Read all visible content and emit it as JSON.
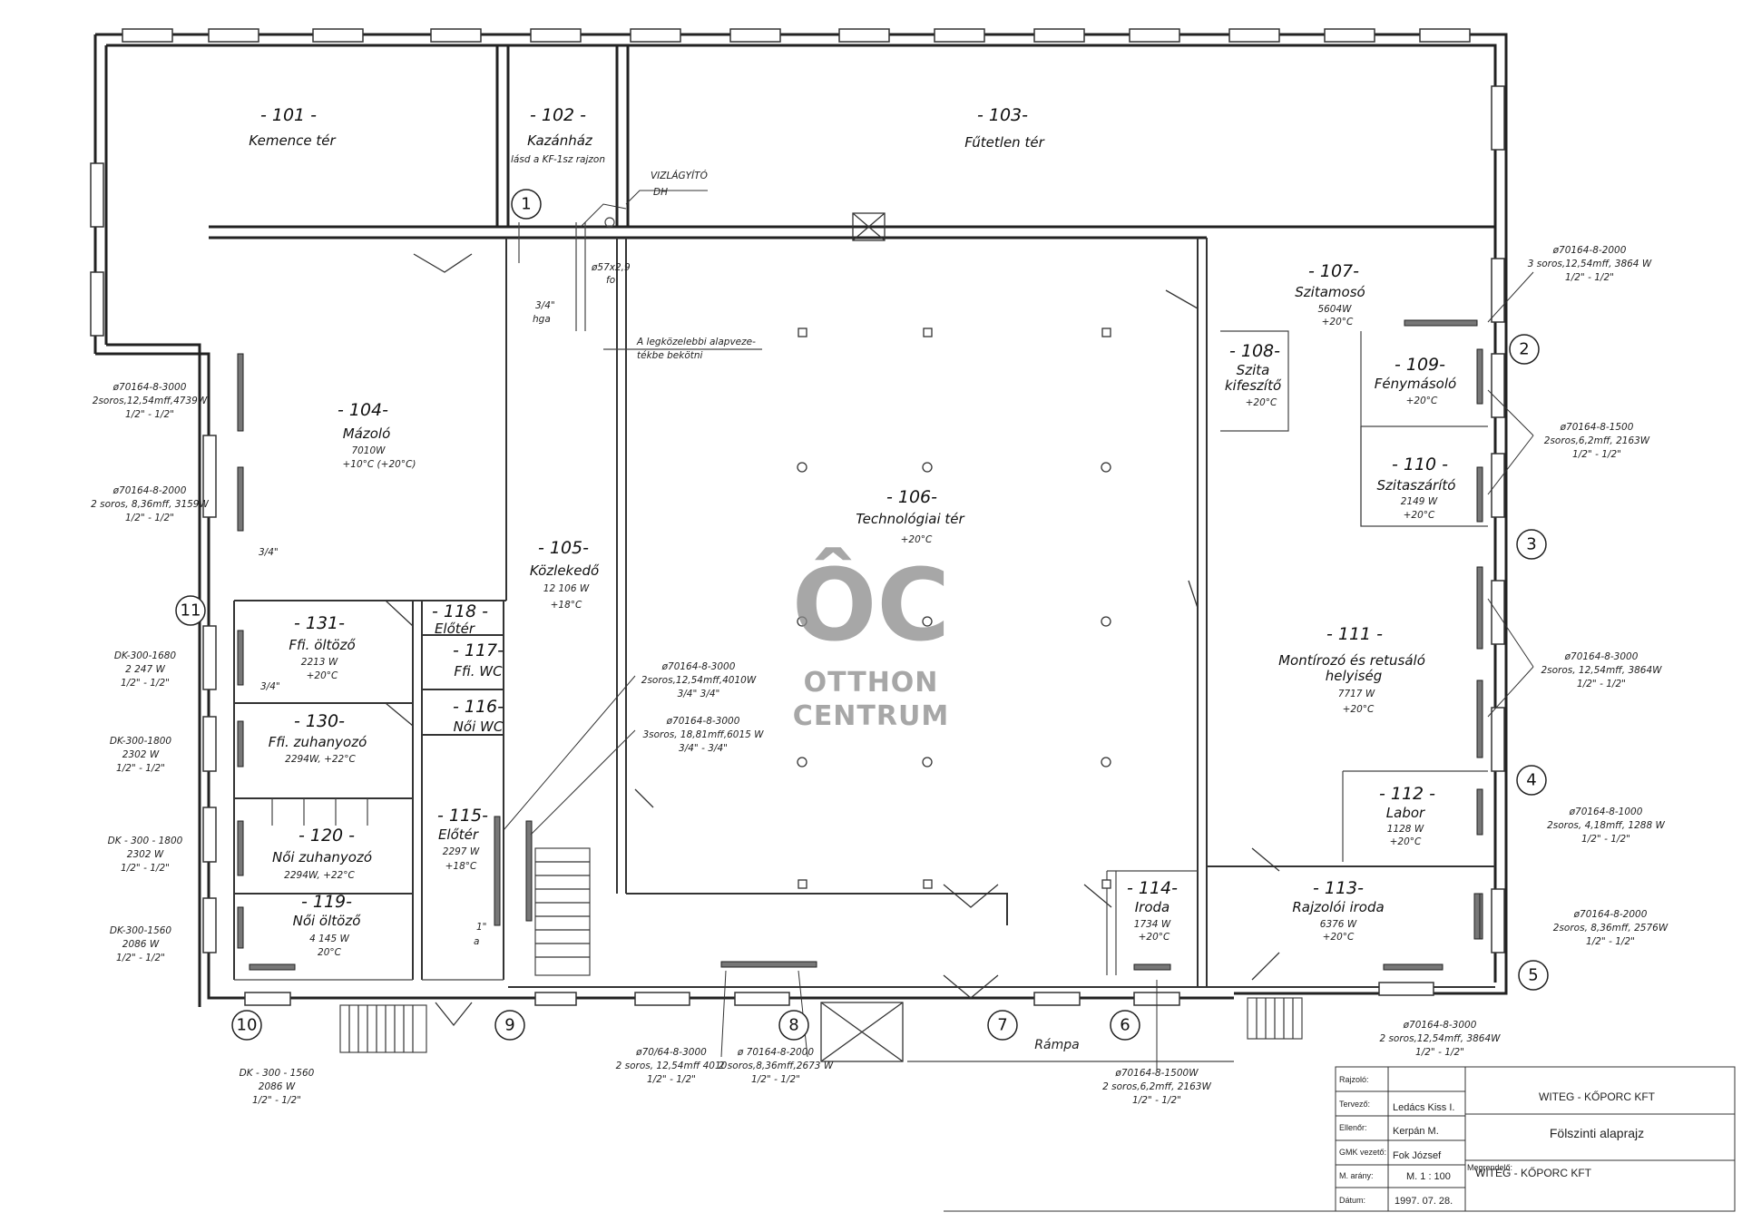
{
  "rooms": {
    "r101": {
      "num": "- 101 -",
      "name": "Kemence tér"
    },
    "r102": {
      "num": "- 102 -",
      "name": "Kazánház",
      "note": "lásd a KF-1sz rajzon"
    },
    "r103": {
      "num": "- 103-",
      "name": "Fűtetlen tér"
    },
    "r104": {
      "num": "- 104-",
      "name": "Mázoló",
      "power": "7010W",
      "temp": "+10°C (+20°C)"
    },
    "r105": {
      "num": "- 105-",
      "name": "Közlekedő",
      "power": "12 106 W",
      "temp": "+18°C"
    },
    "r106": {
      "num": "- 106-",
      "name": "Technológiai tér",
      "temp": "+20°C"
    },
    "r107": {
      "num": "- 107-",
      "name": "Szitamosó",
      "power": "5604W",
      "temp": "+20°C"
    },
    "r108": {
      "num": "- 108-",
      "name": "Szita",
      "name2": "kifeszítő",
      "temp": "+20°C"
    },
    "r109": {
      "num": "- 109-",
      "name": "Fénymásoló",
      "temp": "+20°C"
    },
    "r110": {
      "num": "- 110 -",
      "name": "Szitaszárító",
      "power": "2149 W",
      "temp": "+20°C"
    },
    "r111": {
      "num": "- 111 -",
      "name": "Montírozó és retusáló",
      "name2": "helyiség",
      "power": "7717 W",
      "temp": "+20°C"
    },
    "r112": {
      "num": "- 112 -",
      "name": "Labor",
      "power": "1128 W",
      "temp": "+20°C"
    },
    "r113": {
      "num": "- 113-",
      "name": "Rajzolói iroda",
      "power": "6376 W",
      "temp": "+20°C"
    },
    "r114": {
      "num": "- 114-",
      "name": "Iroda",
      "power": "1734 W",
      "temp": "+20°C"
    },
    "r115": {
      "num": "- 115-",
      "name": "Előtér",
      "power": "2297 W",
      "temp": "+18°C"
    },
    "r116": {
      "num": "- 116-",
      "name": "Női WC"
    },
    "r117": {
      "num": "- 117-",
      "name": "Ffi. WC"
    },
    "r118": {
      "num": "- 118 -",
      "name": "Előtér"
    },
    "r119": {
      "num": "- 119-",
      "name": "Női öltöző",
      "power": "4 145 W",
      "temp": "20°C"
    },
    "r120": {
      "num": "- 120 -",
      "name": "Női zuhanyozó",
      "power": "2294W, +22°C"
    },
    "r130": {
      "num": "- 130-",
      "name": "Ffi. zuhanyozó",
      "power": "2294W, +22°C"
    },
    "r131": {
      "num": "- 131-",
      "name": "Ffi. öltöző",
      "power": "2213 W",
      "temp": "+20°C"
    }
  },
  "axes": [
    "1",
    "2",
    "3",
    "4",
    "5",
    "6",
    "7",
    "8",
    "9",
    "10",
    "11"
  ],
  "labels": {
    "rampa": "Rámpa",
    "vizlagyito": "VIZLÁGYÍTÓ",
    "dh": "DH",
    "fo": "fo",
    "pipe_57": "ø57x2,9",
    "pipe_34": "3/4\"",
    "hga": "hga",
    "leg": "A legközelebbi alapveze-",
    "leg2": "tékbe bekötni",
    "p34a": "3/4\"",
    "p34b": "3/4\"",
    "p1": "1\"",
    "pa": "a"
  },
  "radiators": {
    "r1": {
      "spec": "ø70164-8-3000",
      "desc": "2soros,12,54mff,4739W",
      "pipe": "1/2\" - 1/2\""
    },
    "r2": {
      "spec": "ø70164-8-2000",
      "desc": "2 soros, 8,36mff, 3159W",
      "pipe": "1/2\" - 1/2\""
    },
    "r3": {
      "spec": "DK-300-1680",
      "desc": "2 247 W",
      "pipe": "1/2\" - 1/2\""
    },
    "r4": {
      "spec": "DK-300-1800",
      "desc": "2302 W",
      "pipe": "1/2\" - 1/2\""
    },
    "r5": {
      "spec": "DK - 300 - 1800",
      "desc": "2302 W",
      "pipe": "1/2\" - 1/2\""
    },
    "r6": {
      "spec": "DK-300-1560",
      "desc": "2086 W",
      "pipe": "1/2\" - 1/2\""
    },
    "r7": {
      "spec": "DK - 300 - 1560",
      "desc": "2086 W",
      "pipe": "1/2\" - 1/2\""
    },
    "r8": {
      "spec": "ø70164-8-3000",
      "desc": "2soros,12,54mff,4010W",
      "pipe": "3/4\" 3/4\""
    },
    "r9": {
      "spec": "ø70164-8-3000",
      "desc": "3soros, 18,81mff,6015 W",
      "pipe": "3/4\" - 3/4\""
    },
    "r10": {
      "spec": "ø70/64-8-3000",
      "desc": "2 soros, 12,54mff 4010",
      "pipe": "1/2\" - 1/2\""
    },
    "r11": {
      "spec": "ø 70164-8-2000",
      "desc": "2 soros,8,36mff,2673 W",
      "pipe": "1/2\" - 1/2\""
    },
    "r12": {
      "spec": "ø70164-8-1500W",
      "desc": "2 soros,6,2mff, 2163W",
      "pipe": "1/2\" - 1/2\""
    },
    "r13": {
      "spec": "ø70164-8-3000",
      "desc": "2 soros,12,54mff, 3864W",
      "pipe": "1/2\" - 1/2\""
    },
    "r14": {
      "spec": "ø70164-8-2000",
      "desc": "3 soros,12,54mff, 3864 W",
      "pipe": "1/2\" - 1/2\""
    },
    "r15": {
      "spec": "ø70164-8-1500",
      "desc": "2soros,6,2mff, 2163W",
      "pipe": "1/2\" - 1/2\""
    },
    "r16": {
      "spec": "ø70164-8-3000",
      "desc": "2soros, 12,54mff, 3864W",
      "pipe": "1/2\" - 1/2\""
    },
    "r17": {
      "spec": "ø70164-8-1000",
      "desc": "2soros, 4,18mff, 1288 W",
      "pipe": "1/2\" - 1/2\""
    },
    "r18": {
      "spec": "ø70164-8-2000",
      "desc": "2soros, 8,36mff, 2576W",
      "pipe": "1/2\" - 1/2\""
    }
  },
  "watermark": {
    "mark": "ÔC",
    "line1": "OTTHON",
    "line2": "CENTRUM"
  },
  "title_block": {
    "rajzolo_label": "Rajzoló:",
    "tervezo_label": "Tervező:",
    "tervezo": "Ledács Kiss I.",
    "ellenor_label": "Ellenőr:",
    "ellenor": "Kerpán M.",
    "gmk_label": "GMK vezető:",
    "gmk": "Fok József",
    "arany_label": "M. arány:",
    "arany": "M. 1 : 100",
    "datum_label": "Dátum:",
    "datum": "1997. 07. 28.",
    "company": "WITEG - KŐPORC KFT",
    "title": "Fölszinti alaprajz",
    "megrendelo_label": "Megrendelő:",
    "megrendelo": "WITEG - KŐPORC KFT"
  }
}
